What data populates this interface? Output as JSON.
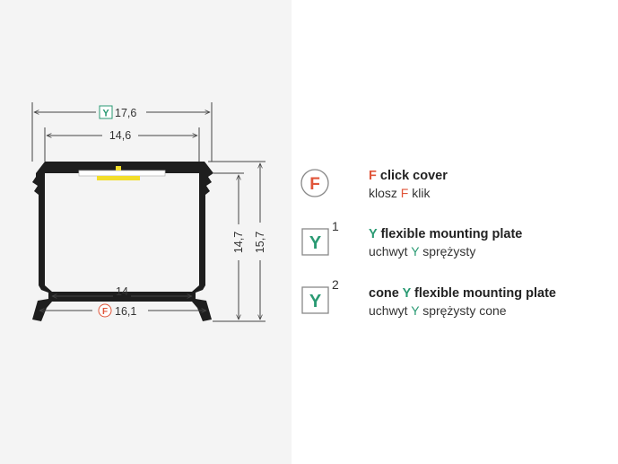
{
  "colors": {
    "f_accent": "#e0553a",
    "y_accent": "#2a9a73",
    "profile": "#1e1e1e",
    "led": "#f2dd2a",
    "line": "#444444",
    "background_left": "#f4f4f4"
  },
  "dimensions": {
    "top_outer": {
      "badge": "Y",
      "value": "17,6"
    },
    "top_inner": {
      "value": "14,6"
    },
    "bottom_inner": {
      "value": "14"
    },
    "bottom_outer": {
      "badge": "F",
      "value": "16,1"
    },
    "height_inner": {
      "value": "14,7"
    },
    "height_outer": {
      "value": "15,7"
    }
  },
  "legend": [
    {
      "badge": "F",
      "badge_shape": "circle",
      "superscript": "",
      "title_key": "F",
      "title_rest": " click cover",
      "sub_pre": "klosz ",
      "sub_key": "F",
      "sub_post": " klik"
    },
    {
      "badge": "Y",
      "badge_shape": "square",
      "superscript": "1",
      "title_pre": "",
      "title_key": "Y",
      "title_rest": " flexible mounting plate",
      "sub_pre": "uchwyt ",
      "sub_key": "Y",
      "sub_post": " sprężysty"
    },
    {
      "badge": "Y",
      "badge_shape": "square",
      "superscript": "2",
      "title_pre": "cone ",
      "title_key": "Y",
      "title_rest": " flexible mounting plate",
      "sub_pre": "uchwyt ",
      "sub_key": "Y",
      "sub_post": " sprężysty cone"
    }
  ]
}
